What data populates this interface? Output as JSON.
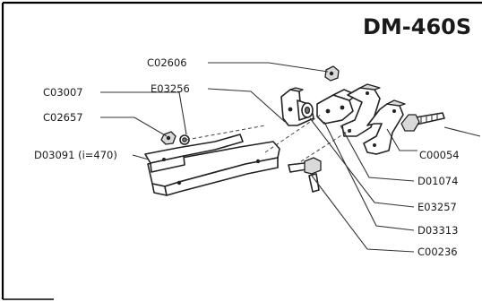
{
  "title": "DM-460S",
  "labels": {
    "c02606": "C02606",
    "c03007": "C03007",
    "e03256": "E03256",
    "c02657": "C02657",
    "d03091": "D03091 (i=470)",
    "c00054": "C00054",
    "d01074": "D01074",
    "e03257": "E03257",
    "d03313": "D03313",
    "c00236": "C00236"
  }
}
